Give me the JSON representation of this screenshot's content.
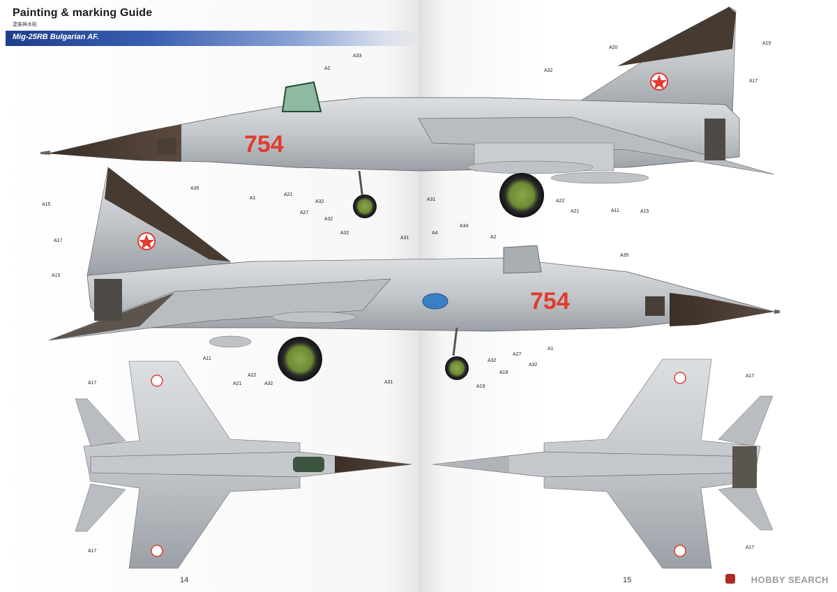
{
  "header": {
    "title": "Painting & marking Guide",
    "subtitle_cn": "塗裝與水貼",
    "banner": "Mig-25RB Bulgarian AF."
  },
  "pages": {
    "left": "14",
    "right": "15"
  },
  "aircraft_number": "754",
  "watermark": "HOBBY SEARCH",
  "callouts": {
    "side1": [
      "A33",
      "A2",
      "A32",
      "A20",
      "A15",
      "A17",
      "A35",
      "A1",
      "A21",
      "A27",
      "A32",
      "A32",
      "A32",
      "A31",
      "A22",
      "A21",
      "A11",
      "A15"
    ],
    "side2": [
      "A15",
      "A17",
      "A15",
      "A31",
      "A4",
      "A34",
      "A2",
      "A35",
      "A11",
      "A21",
      "A22",
      "A32",
      "A31",
      "A19",
      "A32",
      "A18",
      "A27",
      "A32",
      "A1"
    ],
    "top": [
      "A17",
      "A17"
    ],
    "bottom": [
      "A17",
      "A17"
    ]
  },
  "colors": {
    "banner": "#2a4b9b",
    "camo_grey": "#c6c9cc",
    "dark_panel": "#4a3f36",
    "marking_red": "#e23a2f"
  }
}
